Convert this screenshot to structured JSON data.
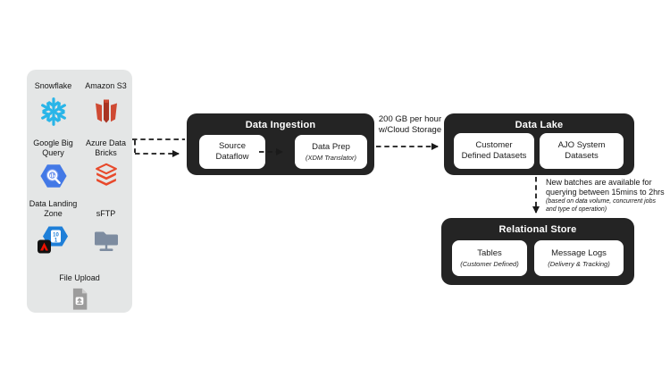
{
  "sidebar": {
    "sections": [
      {
        "items": [
          {
            "label": "Snowflake",
            "icon": "snowflake-icon"
          },
          {
            "label": "Amazon S3",
            "icon": "amazon-s3-icon"
          }
        ]
      },
      {
        "items": [
          {
            "label": "Google Big Query",
            "icon": "bigquery-icon"
          },
          {
            "label": "Azure Data Bricks",
            "icon": "databricks-icon"
          }
        ]
      },
      {
        "items": [
          {
            "label": "Data Landing Zone",
            "icon": "data-landing-zone-icon"
          },
          {
            "label": "sFTP",
            "icon": "sftp-folder-icon"
          }
        ]
      },
      {
        "items": [
          {
            "label": "File Upload",
            "icon": "file-upload-icon"
          }
        ]
      }
    ]
  },
  "ingestion": {
    "title": "Data Ingestion",
    "source_dataflow": {
      "line1": "Source",
      "line2": "Dataflow"
    },
    "data_prep": {
      "main": "Data Prep",
      "sub": "(XDM Translator)"
    }
  },
  "flow_label": {
    "line1": "200 GB per hour",
    "line2": "w/Cloud Storage"
  },
  "data_lake": {
    "title": "Data Lake",
    "box1": {
      "line1": "Customer",
      "line2": "Defined Datasets"
    },
    "box2": {
      "line1": "AJO System",
      "line2": "Datasets"
    }
  },
  "annotation": {
    "line1": "New batches are available for",
    "line2": "querying between 15mins to 2hrs",
    "note": "(based on data volume, concurrent jobs and type of operation)"
  },
  "relational_store": {
    "title": "Relational Store",
    "box1": {
      "main": "Tables",
      "sub": "(Customer Defined)"
    },
    "box2": {
      "main": "Message Logs",
      "sub": "(Delivery & Tracking)"
    }
  },
  "colors": {
    "sidebar_bg": "#E4E6E6",
    "group_box": "#242424",
    "inner_box": "#FFFFFF",
    "text": "#1A1A1A",
    "snowflake_blue": "#29B5E8",
    "s3_red": "#CF4A33",
    "s3_red_dark": "#A83423",
    "bigquery_blue": "#4379E6",
    "databricks_red": "#E8492B",
    "dlz_blue": "#1E7FD8",
    "adobe_red": "#EB1000",
    "sftp_gray": "#7D8CA0",
    "upload_gray": "#9C9C9C"
  }
}
